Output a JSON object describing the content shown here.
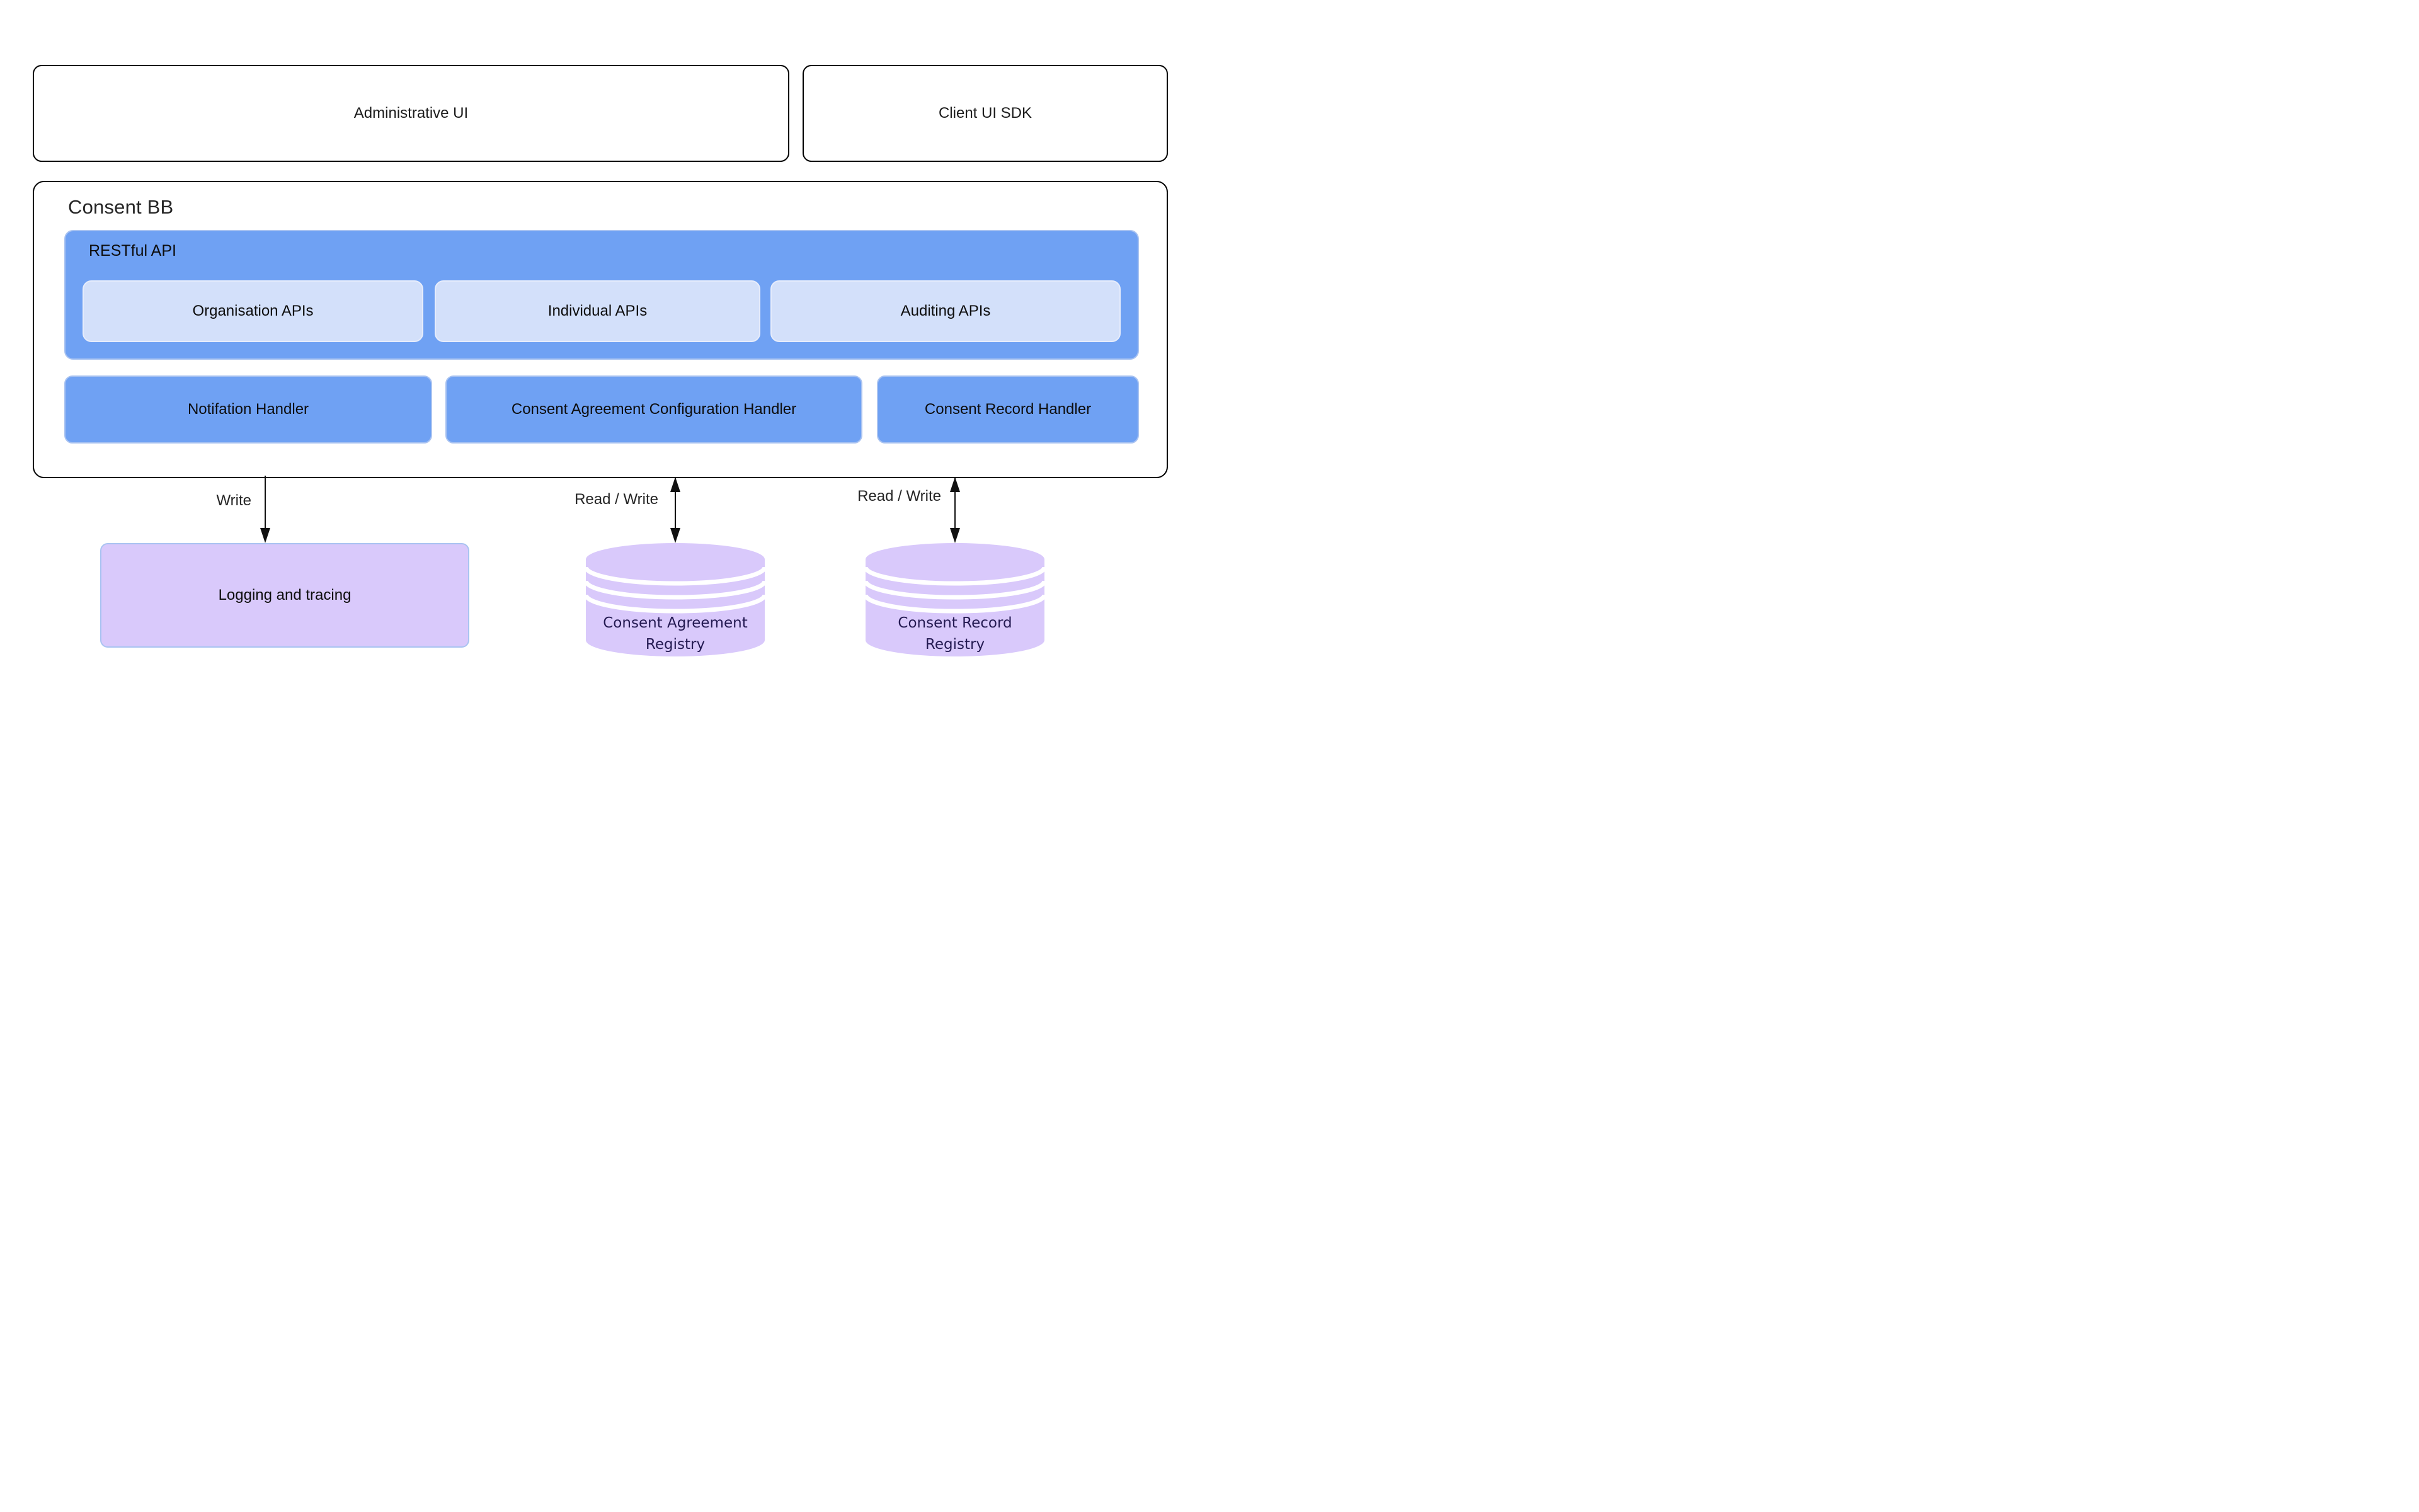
{
  "top_row": {
    "admin_ui": "Administrative UI",
    "client_sdk": "Client UI SDK"
  },
  "consent_bb": {
    "title": "Consent BB",
    "restful_api": {
      "label": "RESTful API",
      "apis": [
        {
          "label": "Organisation APIs"
        },
        {
          "label": "Individual APIs"
        },
        {
          "label": "Auditing APIs"
        }
      ]
    },
    "handlers": [
      {
        "label": "Notifation Handler"
      },
      {
        "label": "Consent Agreement Configuration Handler"
      },
      {
        "label": "Consent Record Handler"
      }
    ]
  },
  "connections": [
    {
      "label": "Write",
      "direction": "down"
    },
    {
      "label": "Read / Write",
      "direction": "both"
    },
    {
      "label": "Read / Write",
      "direction": "both"
    }
  ],
  "storage": {
    "logging": "Logging and tracing",
    "registries": [
      {
        "line1": "Consent Agreement",
        "line2": "Registry"
      },
      {
        "line1": "Consent Record",
        "line2": "Registry"
      }
    ]
  },
  "colors": {
    "box_blue": "#6FA1F3",
    "box_blue_border": "#A9C3F1",
    "box_light_blue": "#D3E0FA",
    "box_light_blue_border": "#E6ECFB",
    "purple": "#D9C9FB",
    "registry_text": "#241A52",
    "outline": "#000000"
  }
}
